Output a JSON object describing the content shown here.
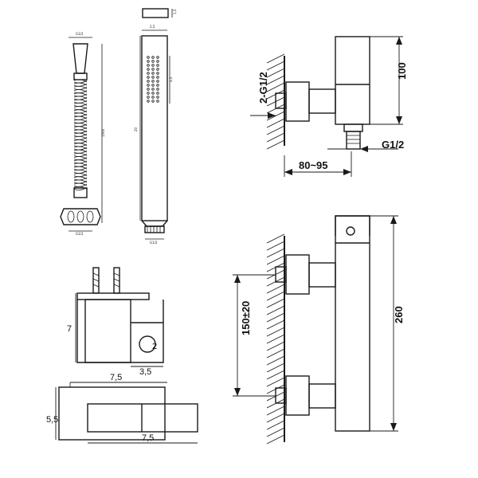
{
  "labels": {
    "top_right": {
      "height": "100",
      "inlet": "2-G1/2",
      "outlet": "G1/2",
      "projection": "80~95"
    },
    "bottom_right": {
      "spacing": "150±20",
      "height": "260"
    },
    "handshower": {
      "top": "2,5",
      "thickness": "1,5",
      "length": "20",
      "holes": "4,5",
      "hose_top": "G1/2",
      "hose_length": "1500",
      "hose_bottom": "G1/2",
      "head_bottom": "G1/2"
    },
    "holder": {
      "height": "7",
      "width": "3,5",
      "hole": "2"
    },
    "plate": {
      "top_width": "7,5",
      "height": "5,5",
      "bottom_width": "7,5"
    }
  }
}
